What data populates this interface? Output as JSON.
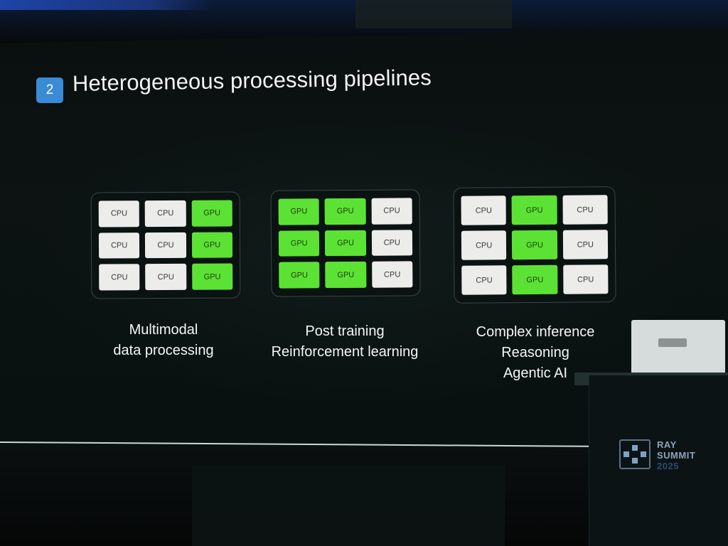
{
  "slide": {
    "badge_number": "2",
    "title": "Heterogeneous processing pipelines",
    "colors": {
      "cpu": "#ececeb",
      "gpu": "#5ce234",
      "badge": "#3a8bd6"
    },
    "panels": [
      {
        "cells": [
          "CPU",
          "CPU",
          "GPU",
          "CPU",
          "CPU",
          "GPU",
          "CPU",
          "CPU",
          "GPU"
        ],
        "caption_lines": [
          "Multimodal",
          "data processing"
        ]
      },
      {
        "cells": [
          "GPU",
          "GPU",
          "CPU",
          "GPU",
          "GPU",
          "CPU",
          "GPU",
          "GPU",
          "CPU"
        ],
        "caption_lines": [
          "Post training",
          "Reinforcement learning"
        ]
      },
      {
        "cells": [
          "CPU",
          "GPU",
          "CPU",
          "CPU",
          "GPU",
          "CPU",
          "CPU",
          "GPU",
          "CPU"
        ],
        "caption_lines": [
          "Complex inference",
          "Reasoning",
          "Agentic AI"
        ]
      }
    ]
  },
  "stage": {
    "sign_line1": "RAY",
    "sign_line2": "SUMMIT",
    "sign_line3": "2025"
  }
}
